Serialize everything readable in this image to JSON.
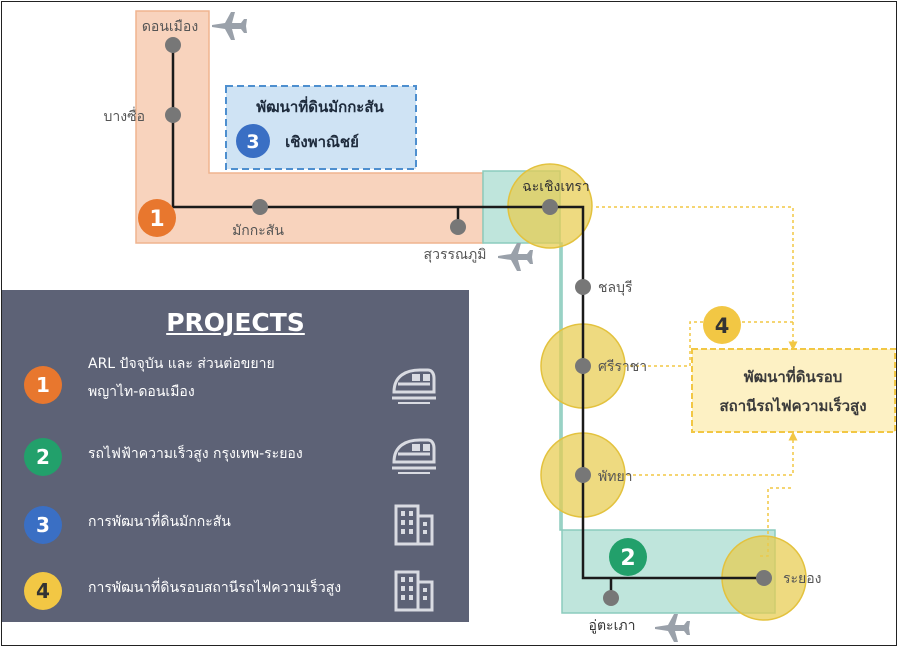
{
  "stations": {
    "don_mueang": "ดอนเมือง",
    "bang_sue": "บางซื่อ",
    "makkasan": "มักกะสัน",
    "suvarnabhumi": "สุวรรณภูมิ",
    "chachoengsao": "ฉะเชิงเทรา",
    "chonburi": "ชลบุรี",
    "sriracha": "ศรีราชา",
    "pattaya": "พัทยา",
    "rayong": "ระยอง",
    "u_tapao": "อู่ตะเภา"
  },
  "callout_makkasan": {
    "number": "3",
    "line1": "พัฒนาที่ดินมักกะสัน",
    "line2": "เชิงพาณิชย์"
  },
  "callout_tod": {
    "number": "4",
    "line1": "พัฒนาที่ดินรอบ",
    "line2": "สถานีรถไฟความเร็วสูง"
  },
  "zone_labels": {
    "zone1": "1",
    "zone2": "2"
  },
  "legend": {
    "title": "PROJECTS",
    "items": [
      {
        "number": "1",
        "line1": "ARL ปัจจุบัน และ ส่วนต่อขยาย",
        "line2": "พญาไท-ดอนเมือง",
        "icon": "train-icon",
        "color": "#e8772e"
      },
      {
        "number": "2",
        "line1": "รถไฟฟ้าความเร็วสูง กรุงเทพ-ระยอง",
        "line2": "",
        "icon": "train-icon",
        "color": "#22a06b"
      },
      {
        "number": "3",
        "line1": "การพัฒนาที่ดินมักกะสัน",
        "line2": "",
        "icon": "building-icon",
        "color": "#3a6fc4"
      },
      {
        "number": "4",
        "line1": "การพัฒนาที่ดินรอบสถานีรถไฟความเร็วสูง",
        "line2": "",
        "icon": "building-icon",
        "color": "#f2c744"
      }
    ]
  },
  "colors": {
    "zone1_fill": "#f8d3bd",
    "zone2_fill": "#bfe5dc",
    "callout3_fill": "#cfe3f4",
    "callout4_fill": "#fdf1c4",
    "tod_circle": "#e8cc4f",
    "legend_bg": "#5d6276",
    "track": "#1a1a1a",
    "station": "#777777"
  }
}
